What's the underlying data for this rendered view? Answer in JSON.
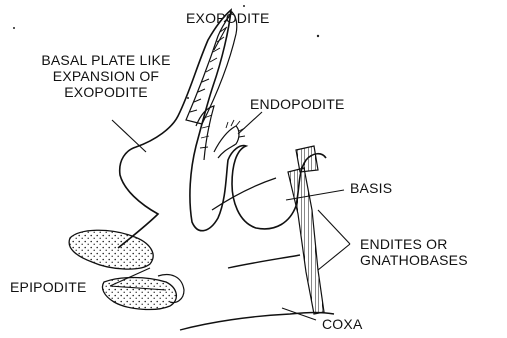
{
  "diagram": {
    "labels": {
      "exopodite": "EXOPODITE",
      "basal_plate": [
        "BASAL PLATE LIKE",
        "EXPANSION OF",
        "EXOPODITE"
      ],
      "endopodite": "ENDOPODITE",
      "basis": "BASIS",
      "endites": [
        "ENDITES OR",
        "GNATHOBASES"
      ],
      "epipodite": "EPIPODITE",
      "coxa": "COXA"
    },
    "colors": {
      "ink": "#111111",
      "paper": "#ffffff"
    }
  }
}
